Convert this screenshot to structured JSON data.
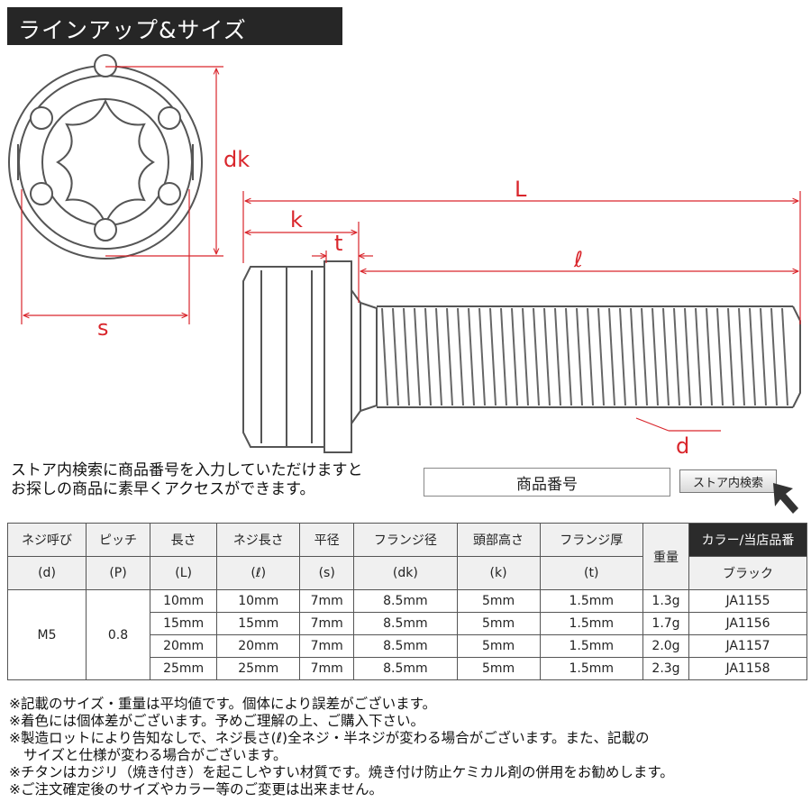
{
  "header": {
    "title": "ラインアップ&サイズ"
  },
  "diagram": {
    "labels": {
      "dk": "dk",
      "s": "s",
      "L": "L",
      "k": "k",
      "t": "t",
      "l": "ℓ",
      "d": "d"
    },
    "colors": {
      "dimension": "#d9262c",
      "bolt": "#555555"
    }
  },
  "search": {
    "instruction_line1": "ストア内検索に商品番号を入力していただけますと",
    "instruction_line2": "お探しの商品に素早くアクセスができます。",
    "placeholder": "商品番号",
    "button_label": "ストア内検索"
  },
  "table": {
    "headers": [
      {
        "top": "ネジ呼び",
        "bottom": "(d)"
      },
      {
        "top": "ピッチ",
        "bottom": "(P)"
      },
      {
        "top": "長さ",
        "bottom": "(L)"
      },
      {
        "top": "ネジ長さ",
        "bottom": "(ℓ)"
      },
      {
        "top": "平径",
        "bottom": "(s)"
      },
      {
        "top": "フランジ径",
        "bottom": "(dk)"
      },
      {
        "top": "頭部高さ",
        "bottom": "(k)"
      },
      {
        "top": "フランジ厚",
        "bottom": "(t)"
      },
      {
        "top": "重量",
        "bottom": ""
      }
    ],
    "color_header": "カラー/当店品番",
    "color_name": "ブラック",
    "thread": "M5",
    "pitch": "0.8",
    "rows": [
      {
        "L": "10mm",
        "l": "10mm",
        "s": "7mm",
        "dk": "8.5mm",
        "k": "5mm",
        "t": "1.5mm",
        "weight": "1.3g",
        "code": "JA1155"
      },
      {
        "L": "15mm",
        "l": "15mm",
        "s": "7mm",
        "dk": "8.5mm",
        "k": "5mm",
        "t": "1.5mm",
        "weight": "1.7g",
        "code": "JA1156"
      },
      {
        "L": "20mm",
        "l": "20mm",
        "s": "7mm",
        "dk": "8.5mm",
        "k": "5mm",
        "t": "1.5mm",
        "weight": "2.0g",
        "code": "JA1157"
      },
      {
        "L": "25mm",
        "l": "25mm",
        "s": "7mm",
        "dk": "8.5mm",
        "k": "5mm",
        "t": "1.5mm",
        "weight": "2.3g",
        "code": "JA1158"
      }
    ]
  },
  "notes": [
    "※記載のサイズ・重量は平均値です。個体により誤差がございます。",
    "※着色には個体差がございます。予めご理解の上、ご購入下さい。",
    "※製造ロットにより告知なしで、ネジ長さ(ℓ)全ネジ・半ネジが変わる場合がございます。また、記載の",
    "サイズと仕様が変わる場合がございます。",
    "※チタンはカジリ（焼き付き）を起こしやすい材質です。焼き付け防止ケミカル剤の併用をお勧めします。",
    "※ご注文確定後のサイズやカラー等のご変更は出来ません。"
  ]
}
